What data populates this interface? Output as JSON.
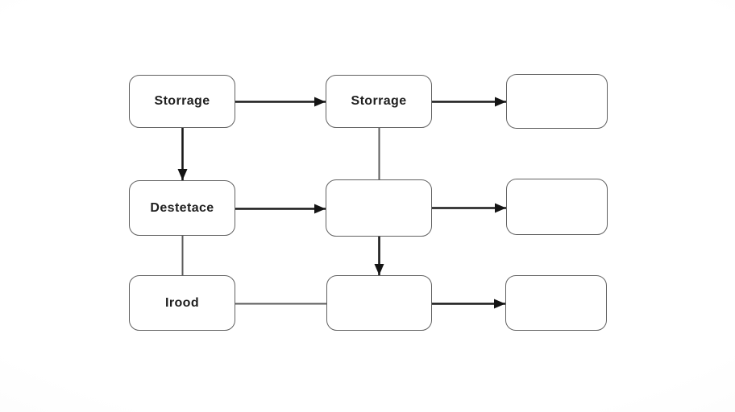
{
  "diagram": {
    "nodes": [
      {
        "id": "r1c1",
        "label": "Storrage"
      },
      {
        "id": "r1c2",
        "label": "Storrage"
      },
      {
        "id": "r1c3",
        "label": ""
      },
      {
        "id": "r2c1",
        "label": "Destetace"
      },
      {
        "id": "r2c2",
        "label": ""
      },
      {
        "id": "r2c3",
        "label": ""
      },
      {
        "id": "r3c1",
        "label": "Irood"
      },
      {
        "id": "r3c2",
        "label": ""
      },
      {
        "id": "r3c3",
        "label": ""
      }
    ],
    "edges": [
      {
        "from": "r1c1",
        "to": "r1c2",
        "arrow": true
      },
      {
        "from": "r1c2",
        "to": "r1c3",
        "arrow": true
      },
      {
        "from": "r1c1",
        "to": "r2c1",
        "arrow": true
      },
      {
        "from": "r1c2",
        "to": "r2c2",
        "arrow": false
      },
      {
        "from": "r2c1",
        "to": "r2c2",
        "arrow": true
      },
      {
        "from": "r2c2",
        "to": "r2c3",
        "arrow": true
      },
      {
        "from": "r2c1",
        "to": "r3c1",
        "arrow": false
      },
      {
        "from": "r2c2",
        "to": "r3c2",
        "arrow": true
      },
      {
        "from": "r3c1",
        "to": "r3c2",
        "arrow": false
      },
      {
        "from": "r3c2",
        "to": "r3c3",
        "arrow": true
      }
    ],
    "colors": {
      "background": "#fdfdfd",
      "box_fill": "#ffffff",
      "box_border": "#616161",
      "arrow_line": "#1a1a1a",
      "plain_line": "#5b5b5b",
      "text": "#1f1f1f"
    }
  }
}
